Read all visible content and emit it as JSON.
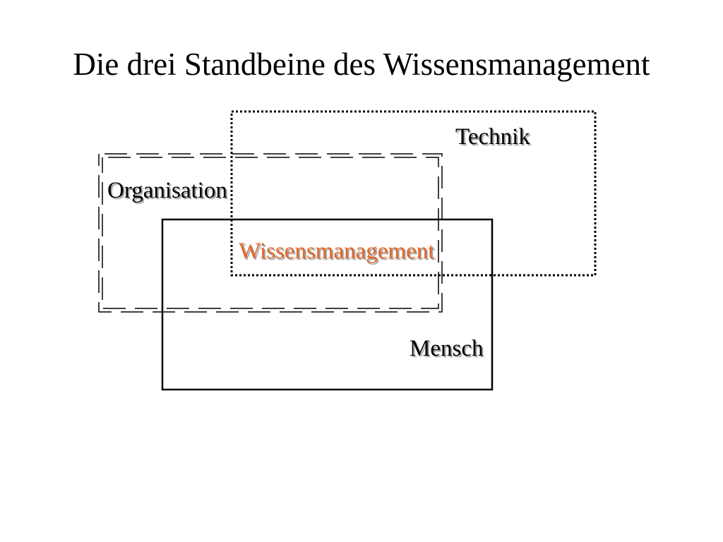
{
  "slide": {
    "title": "Die drei Standbeine des Wissensmanagement"
  },
  "diagram": {
    "technik": "Technik",
    "organisation": "Organisation",
    "center": "Wissensmanagement",
    "mensch": "Mensch"
  },
  "colors": {
    "background": "#ffffff",
    "text": "#000000",
    "center_text": "#e2692a",
    "shadow": "#9a9a9a",
    "outline": "#000000"
  }
}
